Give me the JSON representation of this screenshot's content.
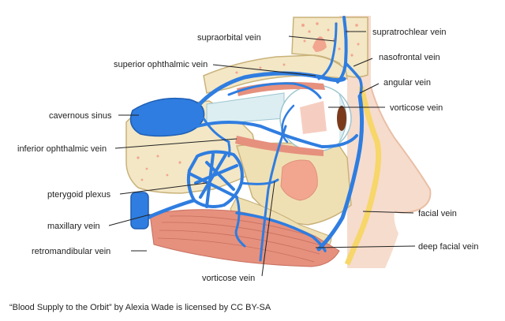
{
  "labels": {
    "supraorbital_vein": "supraorbital vein",
    "supratrochlear_vein": "supratrochlear vein",
    "superior_ophthalmic_vein": "superior ophthalmic vein",
    "nasofrontal_vein": "nasofrontal vein",
    "angular_vein": "angular vein",
    "vorticose_vein_upper": "vorticose vein",
    "cavernous_sinus": "cavernous sinus",
    "inferior_ophthalmic_vein": "inferior ophthalmic vein",
    "pterygoid_plexus": "pterygoid plexus",
    "facial_vein": "facial vein",
    "maxillary_vein": "maxillary vein",
    "deep_facial_vein": "deep facial vein",
    "retromandibular_vein": "retromandibular vein",
    "vorticose_vein_lower": "vorticose vein"
  },
  "credit": "“Blood Supply to the Orbit” by Alexia Wade is licensed by CC BY-SA",
  "colors": {
    "vein": "#2f7de0",
    "vein_outline": "#1f5fb4",
    "bone": "#f3e7c5",
    "bone_outline": "#c9b27a",
    "bone_marrow": "#f2a58f",
    "muscle": "#e6907e",
    "muscle_stripe": "#c8705f",
    "skin": "#f6dccd",
    "fat_yellow": "#f7d66a",
    "eyeball": "#ffffff",
    "cornea": "#dceef2",
    "iris": "#7a3b1c",
    "leader_line": "#222222"
  }
}
